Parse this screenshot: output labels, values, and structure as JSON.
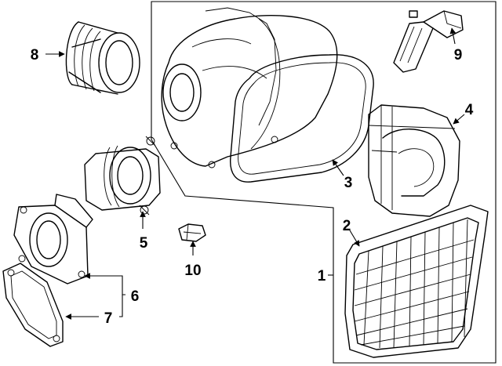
{
  "diagram": {
    "callouts": [
      {
        "id": "1",
        "label": "1"
      },
      {
        "id": "2",
        "label": "2"
      },
      {
        "id": "3",
        "label": "3"
      },
      {
        "id": "4",
        "label": "4"
      },
      {
        "id": "5",
        "label": "5"
      },
      {
        "id": "6",
        "label": "6"
      },
      {
        "id": "7",
        "label": "7"
      },
      {
        "id": "8",
        "label": "8"
      },
      {
        "id": "9",
        "label": "9"
      },
      {
        "id": "10",
        "label": "10"
      }
    ],
    "colors": {
      "line": "#000000",
      "background": "#ffffff"
    }
  }
}
